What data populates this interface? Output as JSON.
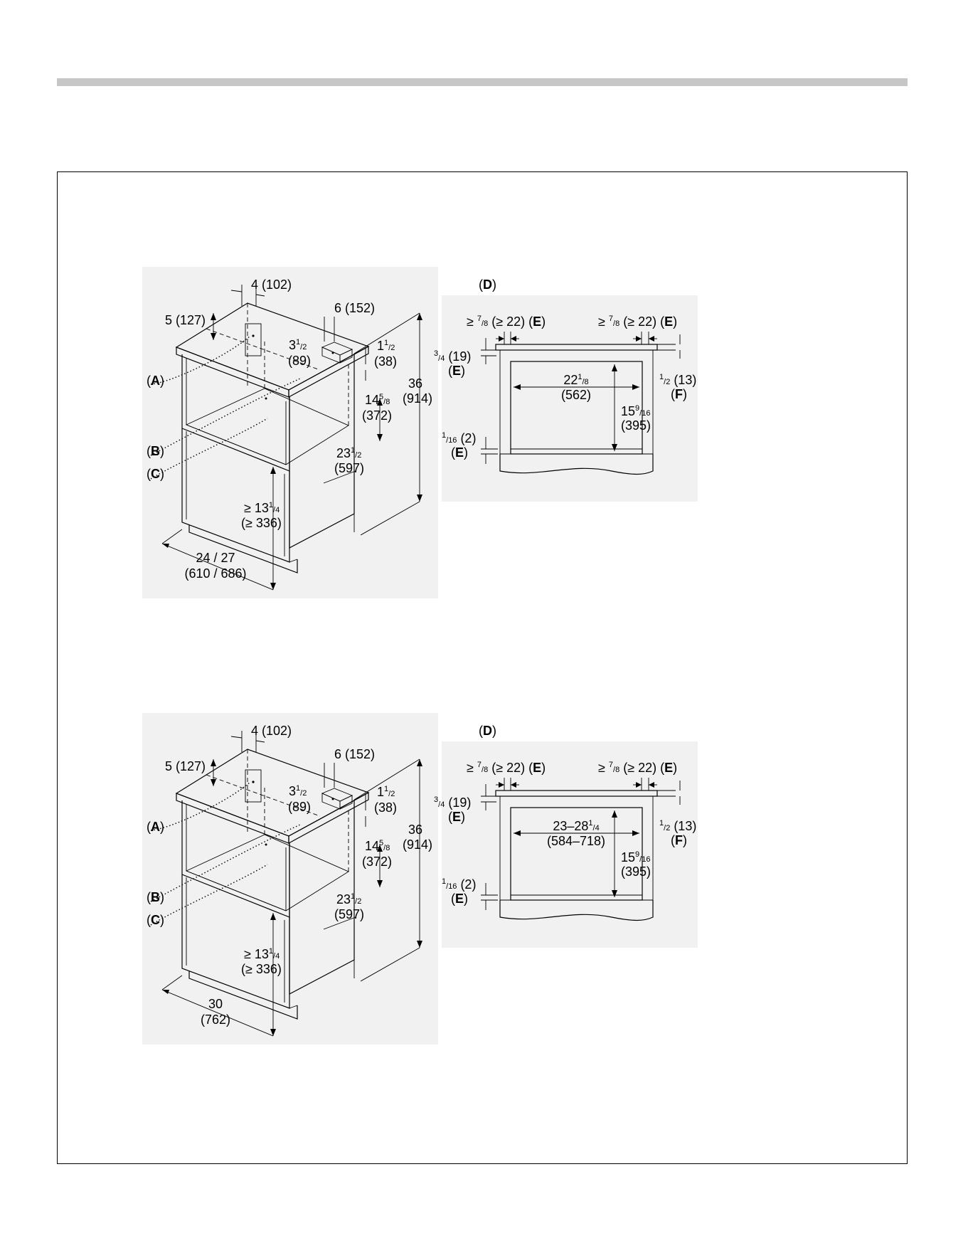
{
  "figure_top": {
    "cabinet": {
      "dim_top_width": "4 (102)",
      "dim_top_offset": "5 (127)",
      "dim_outlet_box": "6 (152)",
      "dim_outlet_left_num": "3",
      "dim_outlet_left_sup": "1",
      "dim_outlet_left_sub": "2",
      "dim_outlet_left_mm": "(89)",
      "dim_outlet_h_num": "1",
      "dim_outlet_h_sup": "1",
      "dim_outlet_h_sub": "2",
      "dim_outlet_h_mm": "(38)",
      "dim_opening_h_num": "14",
      "dim_opening_h_sup": "5",
      "dim_opening_h_sub": "8",
      "dim_opening_h_mm": "(372)",
      "dim_total_h": "36",
      "dim_total_h_mm": "(914)",
      "dim_depth_num": "23",
      "dim_depth_sup": "1",
      "dim_depth_sub": "2",
      "dim_depth_mm": "(597)",
      "dim_floor_num": "≥ 13",
      "dim_floor_sup": "1",
      "dim_floor_sub": "4",
      "dim_floor_mm": "(≥ 336)",
      "dim_width": "24 / 27",
      "dim_width_mm": "(610 / 686)",
      "label_a": "A",
      "label_b": "B",
      "label_c": "C"
    },
    "detail": {
      "label_d": "D",
      "dim_left_clear": "≥ ",
      "dim_left_clear_sup": "7",
      "dim_left_clear_sub": "8",
      "dim_left_clear_mm": " (≥ 22) ",
      "label_e1": "E",
      "dim_right_clear": "≥ ",
      "dim_right_clear_sup": "7",
      "dim_right_clear_sub": "8",
      "dim_right_clear_mm": " (≥ 22) ",
      "label_e2": "E",
      "dim_top_sup": "3",
      "dim_top_sub": "4",
      "dim_top_mm": " (19)",
      "label_e3": "E",
      "dim_width_main": "22",
      "dim_width_sup": "1",
      "dim_width_sub": "8",
      "dim_width_mm": "(562)",
      "dim_height_main": "15",
      "dim_height_sup": "9",
      "dim_height_sub": "16",
      "dim_height_mm": "(395)",
      "dim_right_sup": "1",
      "dim_right_sub": "2",
      "dim_right_mm": " (13)",
      "label_f": "F",
      "dim_bottom_sup": "1",
      "dim_bottom_sub": "16",
      "dim_bottom_mm": " (2)",
      "label_e4": "E"
    }
  },
  "figure_bottom": {
    "cabinet": {
      "dim_top_width": "4 (102)",
      "dim_top_offset": "5 (127)",
      "dim_outlet_box": "6 (152)",
      "dim_outlet_left_num": "3",
      "dim_outlet_left_sup": "1",
      "dim_outlet_left_sub": "2",
      "dim_outlet_left_mm": "(89)",
      "dim_outlet_h_num": "1",
      "dim_outlet_h_sup": "1",
      "dim_outlet_h_sub": "2",
      "dim_outlet_h_mm": "(38)",
      "dim_opening_h_num": "14",
      "dim_opening_h_sup": "5",
      "dim_opening_h_sub": "8",
      "dim_opening_h_mm": "(372)",
      "dim_total_h": "36",
      "dim_total_h_mm": "(914)",
      "dim_depth_num": "23",
      "dim_depth_sup": "1",
      "dim_depth_sub": "2",
      "dim_depth_mm": "(597)",
      "dim_floor_num": "≥ 13",
      "dim_floor_sup": "1",
      "dim_floor_sub": "4",
      "dim_floor_mm": "(≥ 336)",
      "dim_width": "30",
      "dim_width_mm": "(762)",
      "label_a": "A",
      "label_b": "B",
      "label_c": "C"
    },
    "detail": {
      "label_d": "D",
      "dim_left_clear": "≥ ",
      "dim_left_clear_sup": "7",
      "dim_left_clear_sub": "8",
      "dim_left_clear_mm": " (≥ 22) ",
      "label_e1": "E",
      "dim_right_clear": "≥ ",
      "dim_right_clear_sup": "7",
      "dim_right_clear_sub": "8",
      "dim_right_clear_mm": " (≥ 22) ",
      "label_e2": "E",
      "dim_top_sup": "3",
      "dim_top_sub": "4",
      "dim_top_mm": " (19)",
      "label_e3": "E",
      "dim_width_main": "23–28",
      "dim_width_sup": "1",
      "dim_width_sub": "4",
      "dim_width_mm": "(584–718)",
      "dim_height_main": "15",
      "dim_height_sup": "9",
      "dim_height_sub": "16",
      "dim_height_mm": "(395)",
      "dim_right_sup": "1",
      "dim_right_sub": "2",
      "dim_right_mm": " (13)",
      "label_f": "F",
      "dim_bottom_sup": "1",
      "dim_bottom_sub": "16",
      "dim_bottom_mm": " (2)",
      "label_e4": "E"
    }
  }
}
